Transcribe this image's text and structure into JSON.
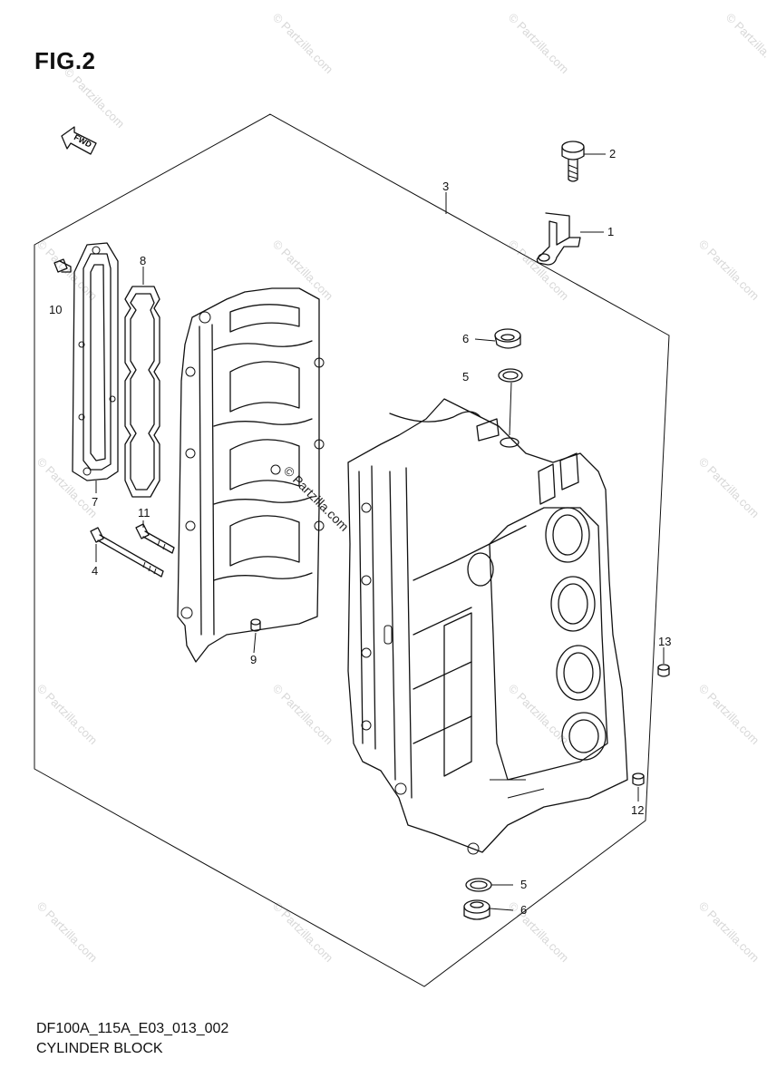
{
  "figure_label": "FIG.2",
  "direction_label": "FWD",
  "watermark": "© Partzilla.com",
  "callouts": [
    {
      "id": "c1",
      "text": "1"
    },
    {
      "id": "c2",
      "text": "2"
    },
    {
      "id": "c3",
      "text": "3"
    },
    {
      "id": "c4",
      "text": "4"
    },
    {
      "id": "c5a",
      "text": "5"
    },
    {
      "id": "c5b",
      "text": "5"
    },
    {
      "id": "c6a",
      "text": "6"
    },
    {
      "id": "c6b",
      "text": "6"
    },
    {
      "id": "c7",
      "text": "7"
    },
    {
      "id": "c8",
      "text": "8"
    },
    {
      "id": "c9",
      "text": "9"
    },
    {
      "id": "c10",
      "text": "10"
    },
    {
      "id": "c11",
      "text": "11"
    },
    {
      "id": "c12",
      "text": "12"
    },
    {
      "id": "c13",
      "text": "13"
    }
  ],
  "footer": {
    "code": "DF100A_115A_E03_013_002",
    "name": "CYLINDER BLOCK"
  }
}
